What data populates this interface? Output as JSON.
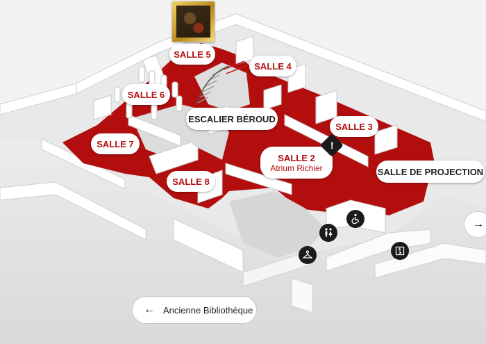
{
  "rooms": {
    "salle5": "SALLE 5",
    "salle4": "SALLE 4",
    "salle6": "SALLE 6",
    "escalier": "ESCALIER BÉROUD",
    "salle3": "SALLE 3",
    "salle7": "SALLE 7",
    "salle2": "SALLE 2",
    "salle2_sub": "Atrium Richier",
    "projection": "SALLE DE PROJECTION",
    "salle8": "SALLE 8"
  },
  "navigation": {
    "back_label": "Ancienne Bibliothèque",
    "back_icon": "arrow-left-icon",
    "next_icon": "arrow-right-icon"
  },
  "markers": [
    "exclamation-icon",
    "wheelchair-icon",
    "restroom-icon",
    "cloakroom-icon",
    "elevator-icon",
    "artwork-thumbnail"
  ],
  "colors": {
    "floor_highlight": "#b30e0e",
    "walls": "#ffffff",
    "base": "#f2f2f2",
    "icon_bg": "#1b1b1b"
  }
}
